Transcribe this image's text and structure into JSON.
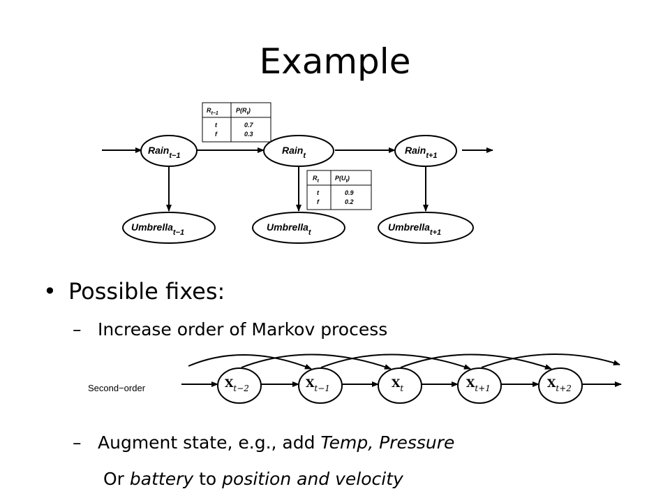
{
  "title": "Example",
  "dbn": {
    "top_nodes": [
      {
        "base": "Rain",
        "sub": "t−1"
      },
      {
        "base": "Rain",
        "sub": "t"
      },
      {
        "base": "Rain",
        "sub": "t+1"
      }
    ],
    "bottom_nodes": [
      {
        "base": "Umbrella",
        "sub": "t−1"
      },
      {
        "base": "Umbrella",
        "sub": "t"
      },
      {
        "base": "Umbrella",
        "sub": "t+1"
      }
    ],
    "transition_cpt": {
      "header_left_base": "R",
      "header_left_sub": "t−1",
      "header_right_pre": "P(R",
      "header_right_sub": "t",
      "header_right_post": ")",
      "rows": [
        {
          "cond": "t",
          "p": "0.7"
        },
        {
          "cond": "f",
          "p": "0.3"
        }
      ]
    },
    "sensor_cpt": {
      "header_left_base": "R",
      "header_left_sub": "t",
      "header_right_pre": "P(U",
      "header_right_sub": "t",
      "header_right_post": ")",
      "rows": [
        {
          "cond": "t",
          "p": "0.9"
        },
        {
          "cond": "f",
          "p": "0.2"
        }
      ]
    }
  },
  "bullets": {
    "main": "Possible fixes:",
    "sub1": "Increase order of Markov process",
    "sub2_pre": "Augment state, e.g., add ",
    "sub2_italic": "Temp, Pressure",
    "cont_pre": "Or ",
    "cont_italic1": "battery",
    "cont_mid": " to ",
    "cont_italic2": "position and velocity"
  },
  "second_order": {
    "label": "Second−order",
    "nodes": [
      {
        "base": "X",
        "sub": "t−2"
      },
      {
        "base": "X",
        "sub": "t−1"
      },
      {
        "base": "X",
        "sub": "t"
      },
      {
        "base": "X",
        "sub": "t+1"
      },
      {
        "base": "X",
        "sub": "t+2"
      }
    ]
  }
}
